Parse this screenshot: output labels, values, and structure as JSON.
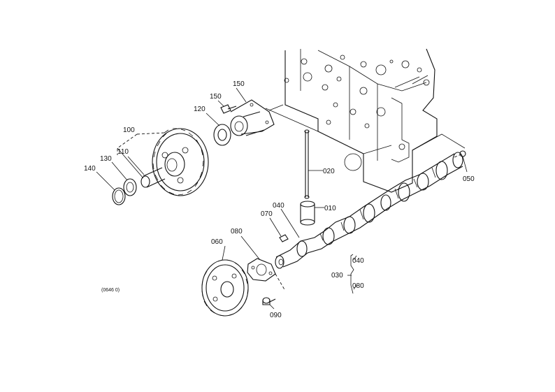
{
  "parts": {
    "p010": "010",
    "p020": "020",
    "p030": "030",
    "p040a": "040",
    "p040b": "040",
    "p050": "050",
    "p060": "060",
    "p070": "070",
    "p080a": "080",
    "p080b": "080",
    "p090": "090",
    "p100": "100",
    "p110": "110",
    "p120": "120",
    "p130": "130",
    "p140": "140",
    "p150a": "150",
    "p150b": "150"
  },
  "figure_code": "(0646 0)"
}
